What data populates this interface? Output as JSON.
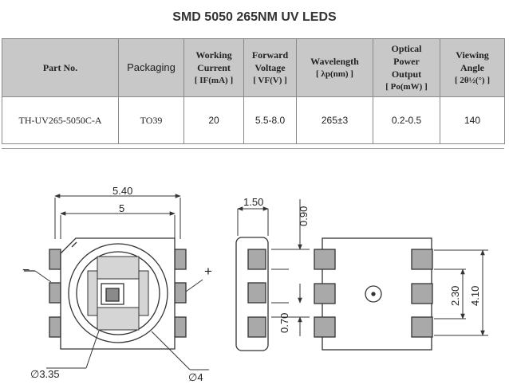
{
  "title": "SMD 5050 265NM UV LEDS",
  "table": {
    "headers": {
      "part_no": "Part No.",
      "packaging": "Packaging",
      "current_l1": "Working",
      "current_l2": "Current",
      "current_l3": "[ IF(mA) ]",
      "voltage_l1": "Forward",
      "voltage_l2": "Voltage",
      "voltage_l3": "[ VF(V) ]",
      "wavelength_l1": "Wavelength",
      "wavelength_l2": "[ λp(nm) ]",
      "power_l1": "Optical",
      "power_l2": "Power",
      "power_l3": "Output",
      "power_l4": "[ Po(mW) ]",
      "angle_l1": "Viewing",
      "angle_l2": "Angle",
      "angle_l3": "[ 2θ½(°) ]"
    },
    "row": {
      "part_no": "TH-UV265-5050C-A",
      "packaging": "TO39",
      "current": "20",
      "voltage": "5.5-8.0",
      "wavelength": "265±3",
      "power": "0.2-0.5",
      "angle": "140"
    }
  },
  "drawing": {
    "dim_width_outer": "5.40",
    "dim_width_inner": "5",
    "dim_side_width": "1.50",
    "dim_pad_height": "0.90",
    "dim_pad_gap": "0.70",
    "dim_pad_pitch": "2.30",
    "dim_total_height": "4.10",
    "dim_lens_diameter": "∅3.35",
    "dim_cup_diameter": "∅4",
    "minus_sign": "−",
    "plus_sign": "+"
  }
}
